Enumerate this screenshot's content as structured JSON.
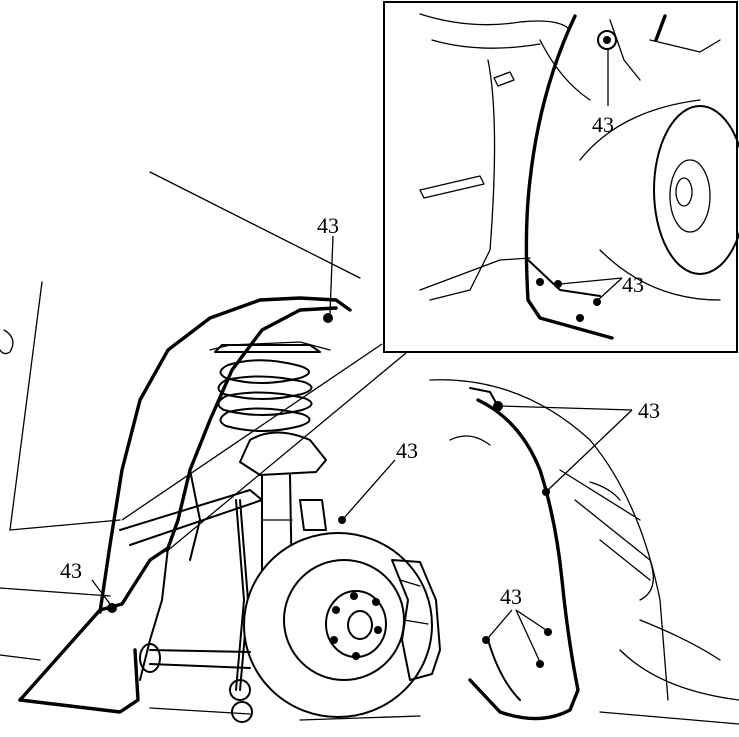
{
  "figure": {
    "callout_label": "43",
    "inset_callouts": [
      "43",
      "43"
    ],
    "main_callouts": [
      "43",
      "43",
      "43",
      "43",
      "43"
    ],
    "colors": {
      "line": "#000000",
      "background": "#ffffff"
    }
  }
}
